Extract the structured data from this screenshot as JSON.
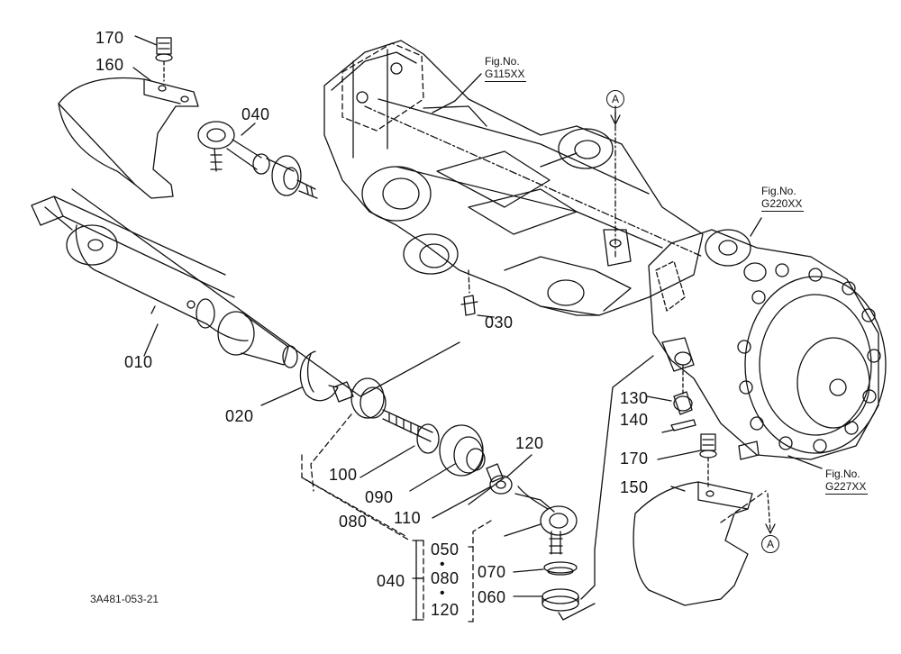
{
  "labels": {
    "p170a": "170",
    "p160": "160",
    "p040a": "040",
    "p010": "010",
    "p020": "020",
    "p100": "100",
    "p090": "090",
    "p080a": "080",
    "p110": "110",
    "p120a": "120",
    "p050": "050",
    "p080b": "080",
    "p120b": "120",
    "p040b": "040",
    "p070": "070",
    "p060": "060",
    "p030": "030",
    "p130": "130",
    "p140": "140",
    "p170b": "170",
    "p150": "150"
  },
  "figrefs": {
    "g115": {
      "prefix": "Fig.No.",
      "ref": "G115XX"
    },
    "g220": {
      "prefix": "Fig.No.",
      "ref": "G220XX"
    },
    "g227": {
      "prefix": "Fig.No.",
      "ref": "G227XX"
    }
  },
  "markers": {
    "a_top": "A",
    "a_bottom": "A"
  },
  "drawing_code": "3A481-053-21",
  "colors": {
    "line": "#111111",
    "background": "#ffffff"
  }
}
